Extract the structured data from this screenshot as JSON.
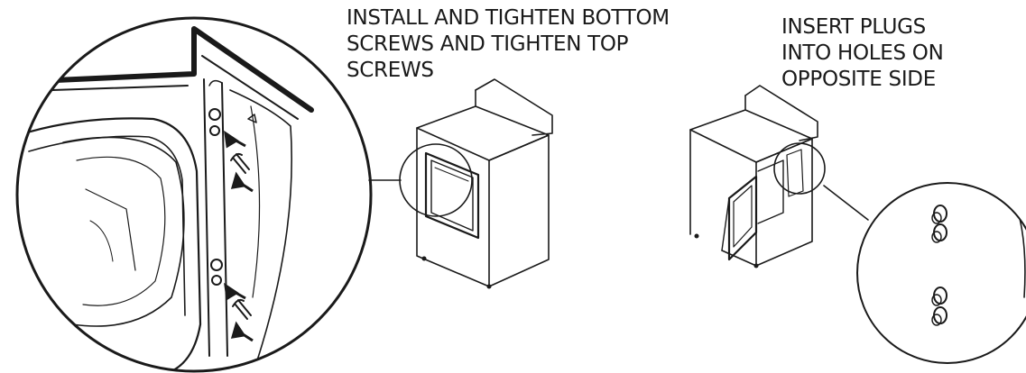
{
  "left_caption": {
    "lines": [
      "INSTALL AND TIGHTEN BOTTOM",
      "SCREWS AND TIGHTEN TOP",
      "SCREWS"
    ]
  },
  "right_caption": {
    "lines": [
      "INSERT PLUGS",
      "INTO HOLES ON",
      "OPPOSITE SIDE"
    ]
  },
  "icons": {
    "left_detail": "door-hinge-screws-detail-icon",
    "center": "dryer-door-closed-icon",
    "right": "dryer-door-open-icon",
    "right_detail": "hole-plugs-detail-icon"
  }
}
